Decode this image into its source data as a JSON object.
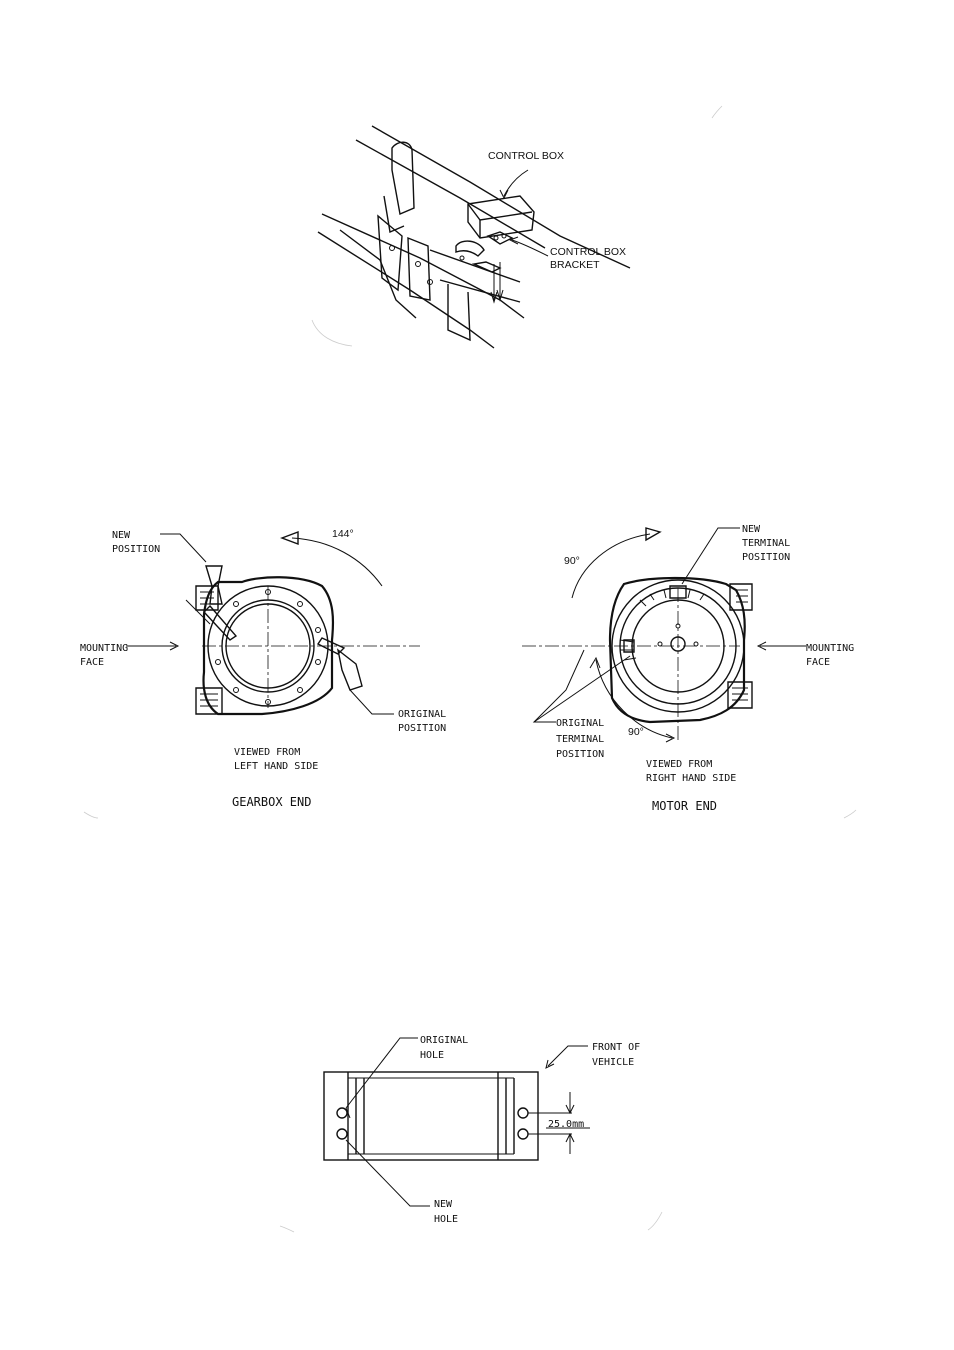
{
  "figure1": {
    "control_box": "CONTROL BOX",
    "control_box_bracket_1": "CONTROL BOX",
    "control_box_bracket_2": "BRACKET"
  },
  "figure2": {
    "gearbox": {
      "new_position_1": "NEW",
      "new_position_2": "POSITION",
      "angle": "144°",
      "mounting_face_1": "MOUNTING",
      "mounting_face_2": "FACE",
      "original_position_1": "ORIGINAL",
      "original_position_2": "POSITION",
      "viewed_1": "VIEWED FROM",
      "viewed_2": "LEFT HAND SIDE",
      "caption": "GEARBOX END"
    },
    "motor": {
      "new_terminal_1": "NEW",
      "new_terminal_2": "TERMINAL",
      "new_terminal_3": "POSITION",
      "angle_top": "90°",
      "mounting_face_1": "MOUNTING",
      "mounting_face_2": "FACE",
      "original_terminal_1": "ORIGINAL",
      "original_terminal_2": "TERMINAL",
      "original_terminal_3": "POSITION",
      "angle_bottom": "90°",
      "viewed_1": "VIEWED FROM",
      "viewed_2": "RIGHT HAND SIDE",
      "caption": "MOTOR END"
    }
  },
  "figure3": {
    "original_hole_1": "ORIGINAL",
    "original_hole_2": "HOLE",
    "front_1": "FRONT OF",
    "front_2": "VEHICLE",
    "dimension": "25.0mm",
    "new_hole_1": "NEW",
    "new_hole_2": "HOLE"
  }
}
